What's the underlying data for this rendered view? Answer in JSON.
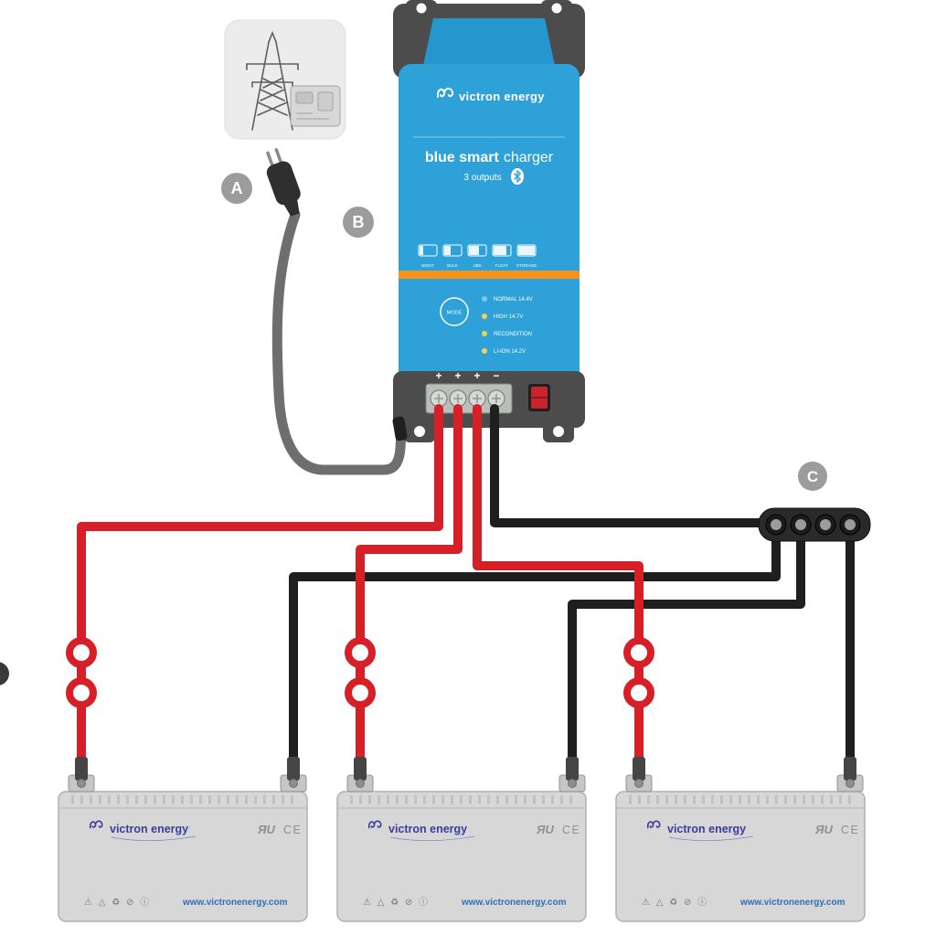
{
  "colors": {
    "charger_blue": "#2EA1D8",
    "charger_frame_gray": "#4C4C4C",
    "stripe_orange": "#F6921E",
    "cable_red": "#D61F26",
    "cable_black": "#1F1F1F",
    "cable_gray": "#6E6E6E",
    "victron_logo_blue": "#3B3C9D",
    "badge_gray": "#9C9C9C",
    "battery_gray": "#D7D7D7"
  },
  "badges": {
    "a": "A",
    "b": "B",
    "c": "C"
  },
  "charger": {
    "brand": "victron energy",
    "product_bold": "blue smart",
    "product_light": "charger",
    "outputs_label": "3 outputs",
    "stages": [
      "NIGHT",
      "BULK",
      "ABS",
      "FLOAT",
      "STORAGE"
    ],
    "mode_label": "MODE",
    "led_labels": [
      "NORMAL 14.4V",
      "HIGH 14.7V",
      "RECONDITION",
      "LI-ION 14.2V"
    ],
    "terminal_labels": [
      "+",
      "+",
      "+",
      "−"
    ]
  },
  "batteries": [
    {
      "brand": "victron energy",
      "ul_mark": "ЯU",
      "ce_mark": "CE",
      "safety_icons": "⚠ △ ♻ ⊘ ⓘ",
      "website": "www.victronenergy.com"
    },
    {
      "brand": "victron energy",
      "ul_mark": "ЯU",
      "ce_mark": "CE",
      "safety_icons": "⚠ △ ♻ ⊘ ⓘ",
      "website": "www.victronenergy.com"
    },
    {
      "brand": "victron energy",
      "ul_mark": "ЯU",
      "ce_mark": "CE",
      "safety_icons": "⚠ △ ♻ ⊘ ⓘ",
      "website": "www.victronenergy.com"
    }
  ]
}
